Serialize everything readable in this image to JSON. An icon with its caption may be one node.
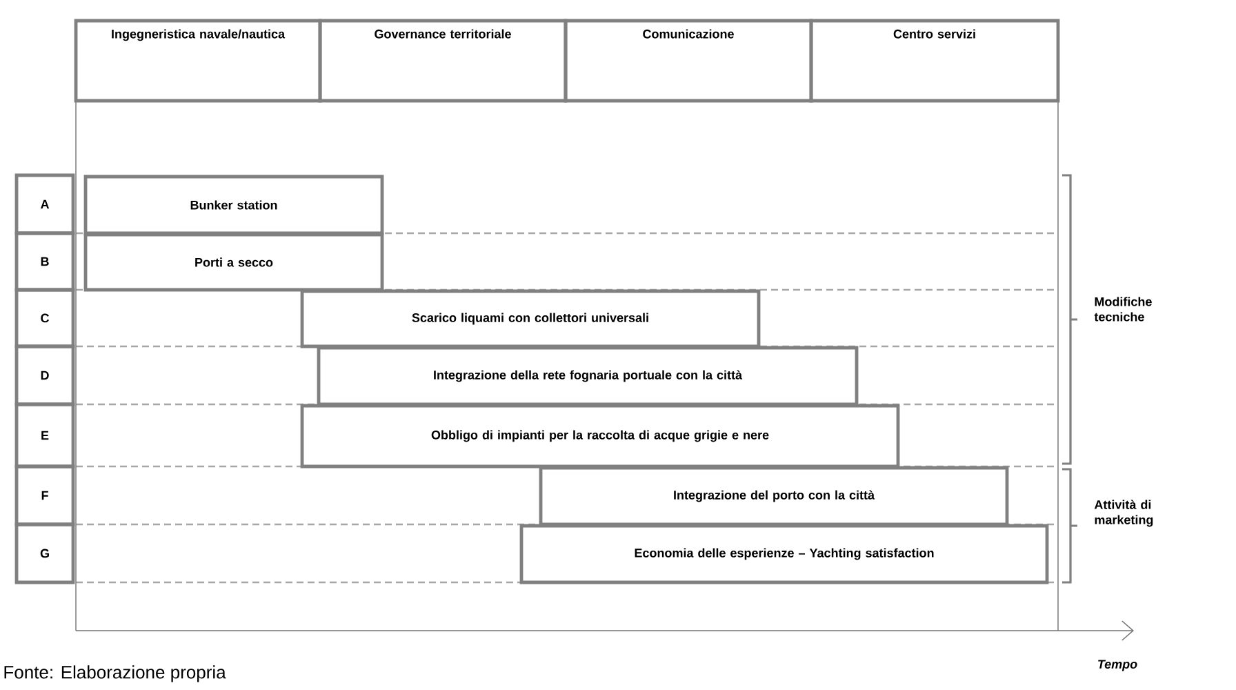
{
  "diagram": {
    "caption": "Fonte: Elaborazione propria",
    "nodes": [
      {
        "text": [
          "Ingegneristica navale/nautica"
        ]
      },
      {
        "text": [
          "Governance territoriale"
        ]
      },
      {
        "text": [
          "Comunicazione"
        ]
      },
      {
        "text": [
          "Centro servizi"
        ]
      },
      {
        "text": [
          "A"
        ]
      },
      {
        "text": [
          "B"
        ]
      },
      {
        "text": [
          "C"
        ]
      },
      {
        "text": [
          "D"
        ]
      },
      {
        "text": [
          "E"
        ]
      },
      {
        "text": [
          "F"
        ]
      },
      {
        "text": [
          "G"
        ]
      },
      {
        "text": [
          "Bunker station"
        ]
      },
      {
        "text": [
          "Porti a secco"
        ]
      },
      {
        "text": [
          "Scarico liquami con collettori universali"
        ]
      },
      {
        "text": [
          "Integrazione della rete fognaria portuale con la città"
        ]
      },
      {
        "text": [
          "Obbligo di impianti per la raccolta di acque grigie e nere"
        ]
      },
      {
        "text": [
          "Integrazione del porto con la città"
        ]
      },
      {
        "text": [
          "Economia delle esperienze – Yachting satisfaction"
        ]
      }
    ],
    "labels": [
      "Modifiche tecniche",
      "Attività di marketing",
      "Tempo"
    ]
  }
}
